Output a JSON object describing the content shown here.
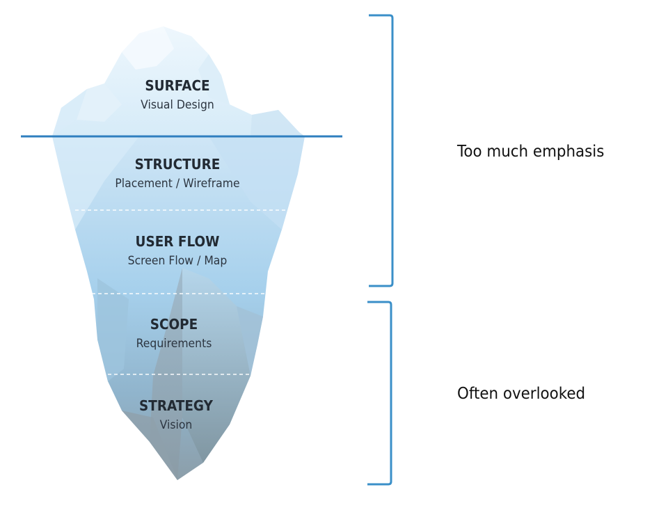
{
  "diagram": {
    "layers": [
      {
        "title": "SURFACE",
        "subtitle": "Visual Design"
      },
      {
        "title": "STRUCTURE",
        "subtitle": "Placement / Wireframe"
      },
      {
        "title": "USER FLOW",
        "subtitle": "Screen Flow / Map"
      },
      {
        "title": "SCOPE",
        "subtitle": "Requirements"
      },
      {
        "title": "STRATEGY",
        "subtitle": "Vision"
      }
    ],
    "groups": [
      {
        "label": "Too much emphasis"
      },
      {
        "label": "Often overlooked"
      }
    ]
  },
  "colors": {
    "bracket": "#3a8fc8",
    "waterline": "#2f7fbf",
    "ice_light": "#e6f3fb",
    "ice_mid": "#a9d2ec",
    "ice_deep": "#8ea3b2",
    "divider": "#ffffff"
  }
}
